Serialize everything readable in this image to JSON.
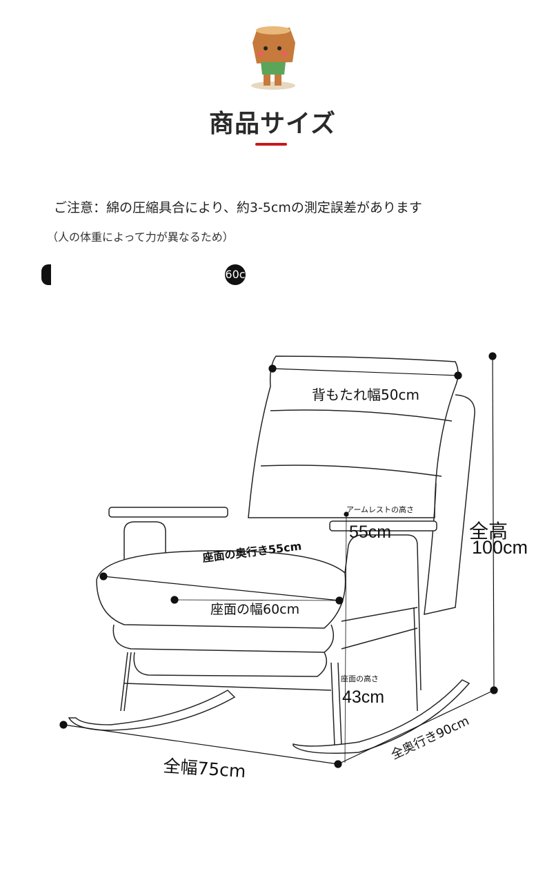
{
  "header": {
    "title": "商品サイズ"
  },
  "notice": {
    "line1": "ご注意：綿の圧縮具合により、約3-5cmの測定誤差があります",
    "line2": "（人の体重によって力が異なるため）",
    "fragment": "60c"
  },
  "dimensions": {
    "backrest_width": "背もたれ幅50cm",
    "armrest_height_label": "アームレストの高さ",
    "armrest_height_value": "55cm",
    "total_height_label": "全高",
    "total_height_value": "100cm",
    "seat_depth": "座面の奥行き55cm",
    "seat_width": "座面の幅60cm",
    "seat_height_label": "座面の高さ",
    "seat_height_value": "43cm",
    "total_depth": "全奥行き90cm",
    "total_width": "全幅75cm"
  }
}
